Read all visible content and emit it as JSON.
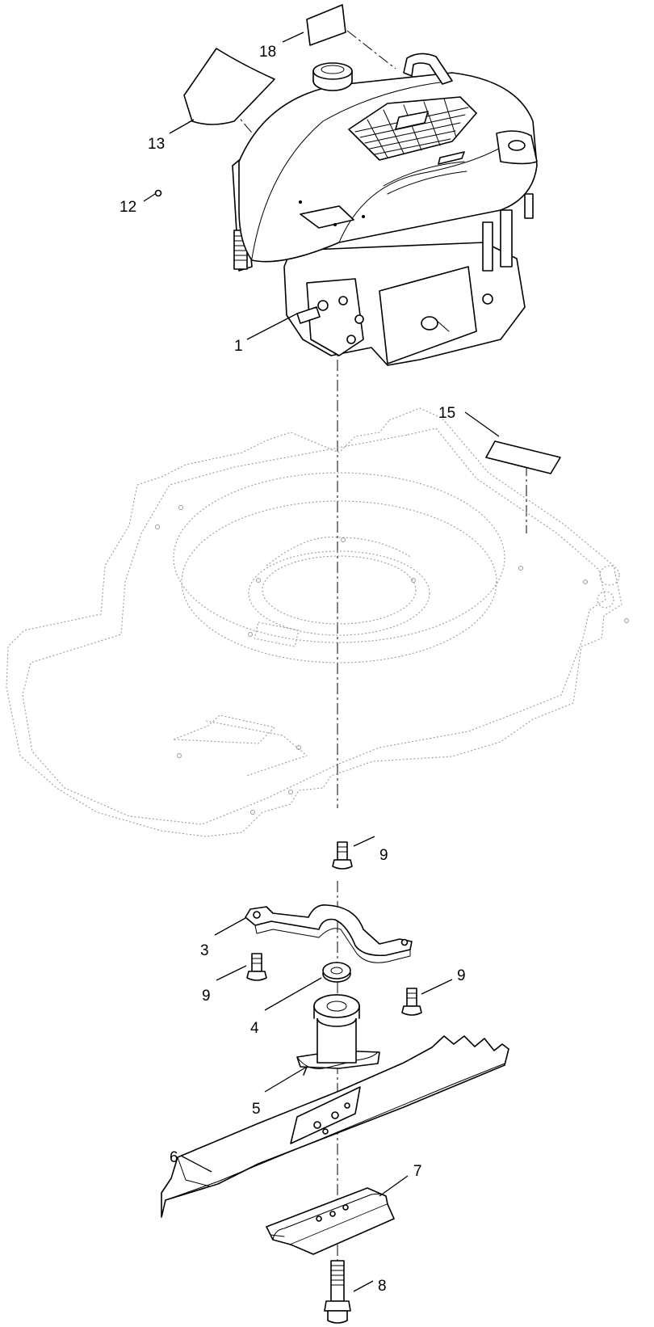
{
  "callouts": {
    "c1": "1",
    "c3": "3",
    "c4": "4",
    "c5": "5",
    "c6": "6",
    "c7": "7",
    "c8": "8",
    "c9a": "9",
    "c9b": "9",
    "c9c": "9",
    "c12": "12",
    "c13": "13",
    "c15": "15",
    "c18": "18"
  }
}
